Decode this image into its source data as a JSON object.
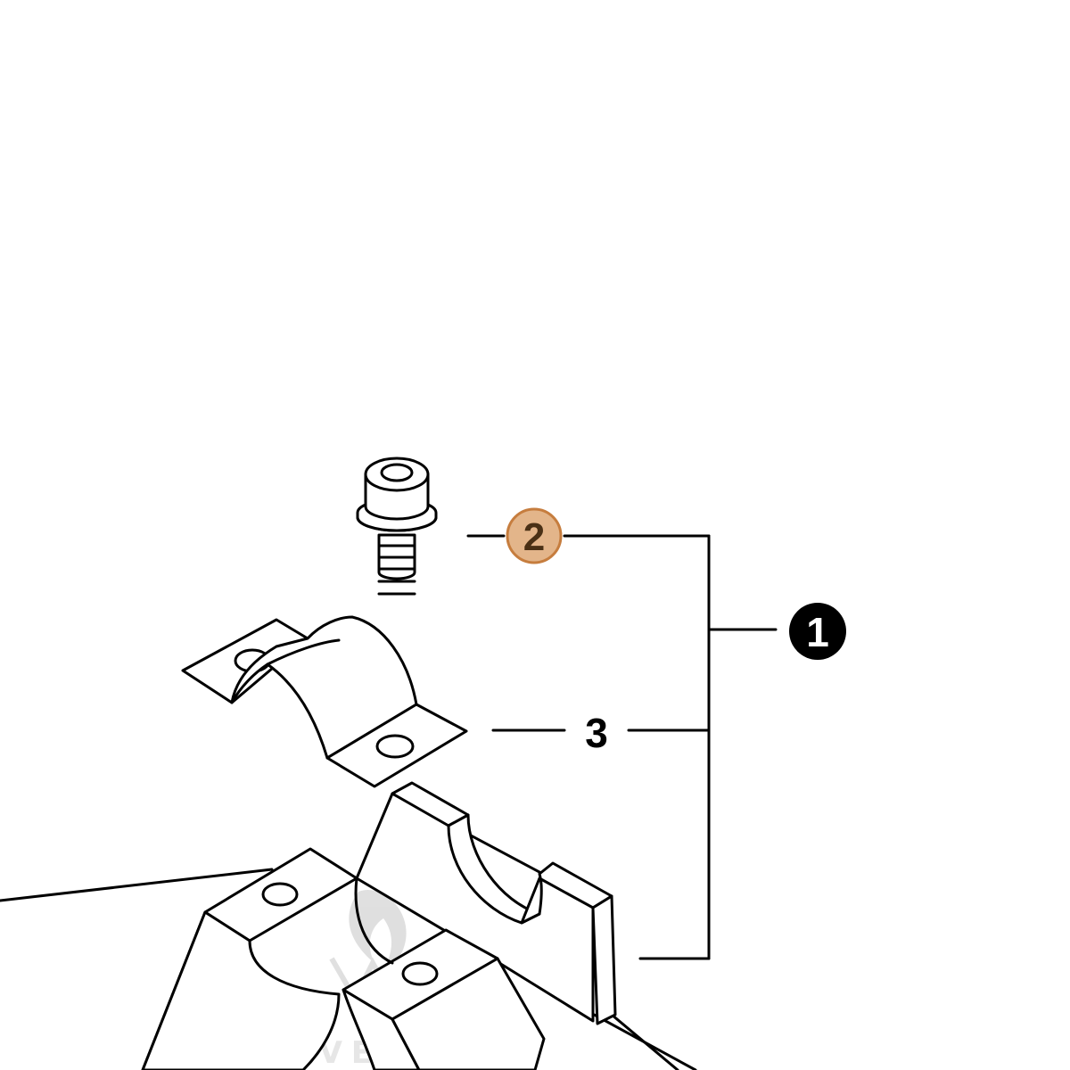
{
  "callouts": {
    "assembly_number": "1",
    "screw_number": "2",
    "clamp_number": "3"
  },
  "watermark": {
    "text": "LEADVENTURE"
  },
  "colors": {
    "highlight_fill": "#e3b58a",
    "highlight_stroke": "#c67d3e",
    "highlight_text": "#4a3015",
    "badge_fill": "#000000",
    "line": "#000000",
    "watermark": "#e6e6e6"
  }
}
